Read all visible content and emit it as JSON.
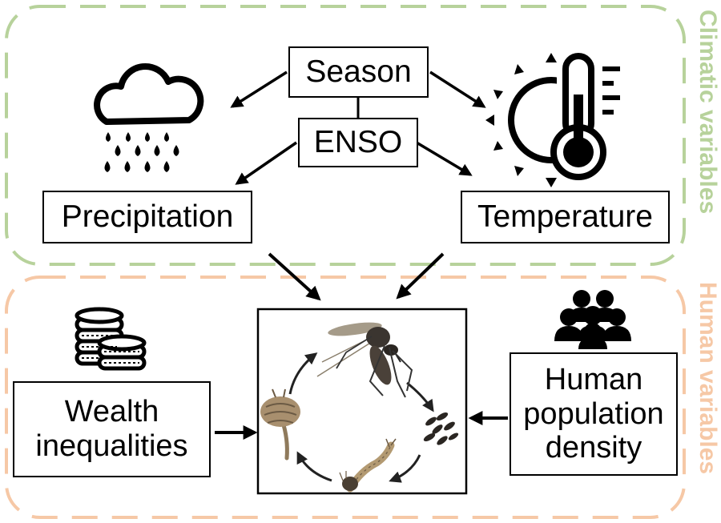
{
  "groups": {
    "climatic": {
      "label": "Climatic variables",
      "color": "#b7d29b"
    },
    "human": {
      "label": "Human variables",
      "color": "#f6c8a6"
    }
  },
  "nodes": {
    "season": "Season",
    "enso": "ENSO",
    "precipitation": "Precipitation",
    "temperature": "Temperature",
    "wealth": {
      "line1": "Wealth",
      "line2": "inequalities"
    },
    "population": {
      "line1": "Human",
      "line2": "population",
      "line3": "density"
    }
  },
  "icons": {
    "precipitation": "rain-cloud-icon",
    "temperature": "sun-thermometer-icon",
    "wealth": "coin-stacks-icon",
    "population": "crowd-icon",
    "center": "mosquito-life-cycle-icon"
  }
}
